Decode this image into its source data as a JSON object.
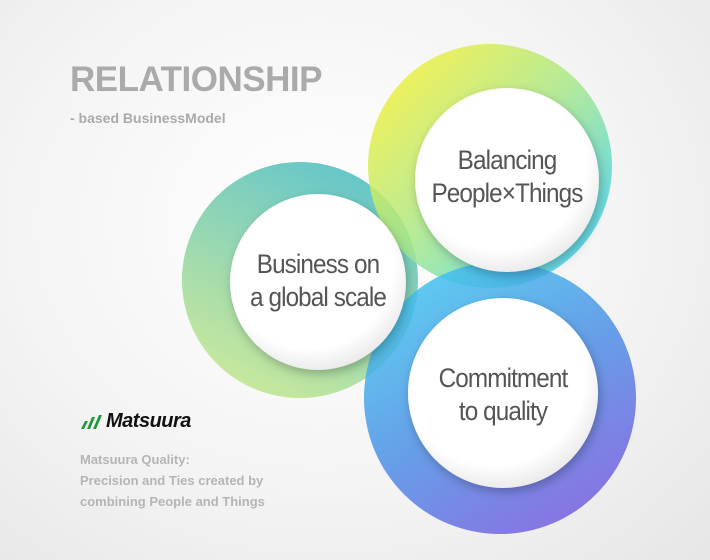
{
  "header": {
    "title": "RELATIONSHIP",
    "subtitle": "- based  BusinessModel"
  },
  "circles": [
    {
      "line1": "Balancing",
      "line2": "People×Things"
    },
    {
      "line1": "Business on",
      "line2": "a global scale"
    },
    {
      "line1": "Commitment",
      "line2": "to quality"
    }
  ],
  "brand": {
    "name": "Matsuura",
    "icon": "matsuura-logo-mark-icon",
    "color": "#1e9a3c"
  },
  "description": [
    "Matsuura Quality:",
    "Precision and Ties created by",
    "combining People and Things"
  ],
  "colors": {
    "ring_left": [
      "#52bfc4",
      "#c9e98e"
    ],
    "ring_top": [
      "#f2f03a",
      "#3fd2f2"
    ],
    "ring_bottom": [
      "#40c8ef",
      "#7b58df"
    ]
  }
}
